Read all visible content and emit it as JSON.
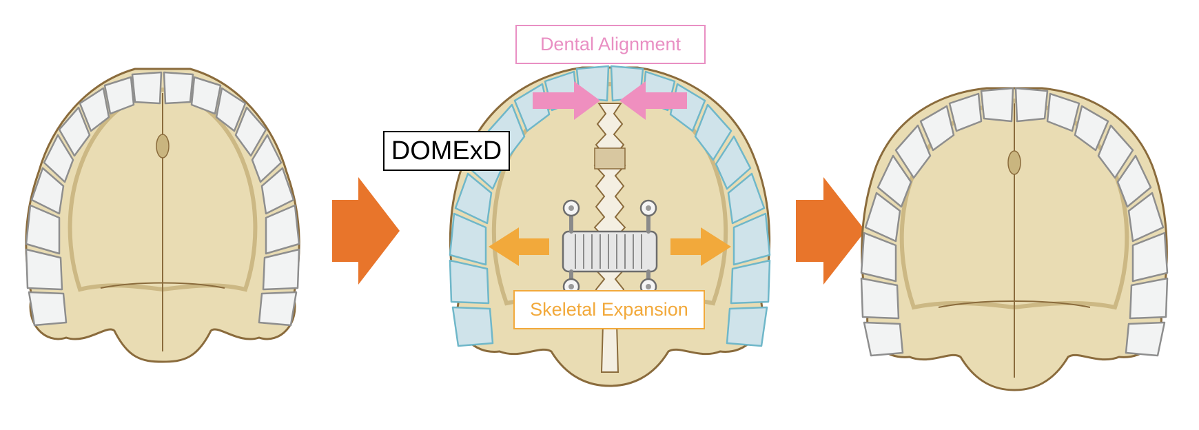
{
  "labels": {
    "dental_alignment": "Dental Alignment",
    "device_name": "DOMExD",
    "skeletal_expansion": "Skeletal Expansion"
  },
  "colors": {
    "background": "#ffffff",
    "bone": "#e9dcb3",
    "bone_shadow": "#c9b57f",
    "bone_outline": "#8a6b3c",
    "tooth_white": "#f2f3f3",
    "tooth_outline": "#8e8e8e",
    "tooth_blue": "#cfe3ea",
    "tooth_blue_outline": "#6fb7c9",
    "step_arrow": "#e8752b",
    "alignment_arrow": "#ef8fbf",
    "expansion_arrow": "#f2a93b",
    "dental_label": "#e98fc3",
    "skeletal_label": "#f2a93b",
    "device_label": "#000000"
  },
  "icons": [
    "arrow-right-icon",
    "arrow-right-icon"
  ],
  "stages": [
    "before",
    "during",
    "after"
  ]
}
